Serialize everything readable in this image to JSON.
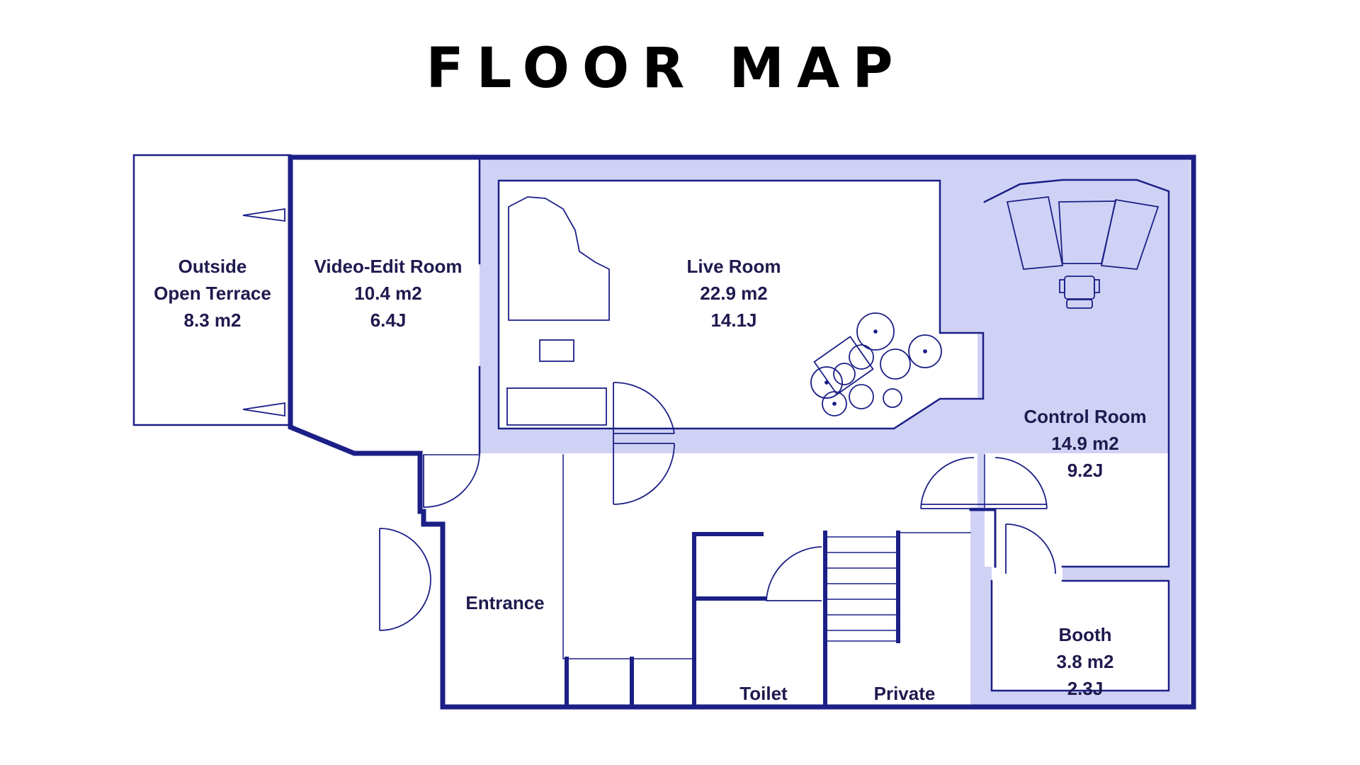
{
  "title": "FLOOR MAP",
  "colors": {
    "wall": "#1b1f86",
    "fill": "#d0d2f5",
    "text": "#1f1a4e",
    "background": "#ffffff"
  },
  "rooms": {
    "terrace": {
      "line1": "Outside",
      "line2": "Open Terrace",
      "area": "8.3 m2"
    },
    "video_edit": {
      "name": "Video-Edit Room",
      "area": "10.4 m2",
      "price": "6.4J"
    },
    "live": {
      "name": "Live Room",
      "area": "22.9 m2",
      "price": "14.1J"
    },
    "control": {
      "name": "Control Room",
      "area": "14.9 m2",
      "price": "9.2J"
    },
    "booth": {
      "name": "Booth",
      "area": "3.8 m2",
      "price": "2.3J"
    },
    "entrance": {
      "name": "Entrance"
    },
    "toilet": {
      "name": "Toilet"
    },
    "private": {
      "name": "Private"
    }
  }
}
